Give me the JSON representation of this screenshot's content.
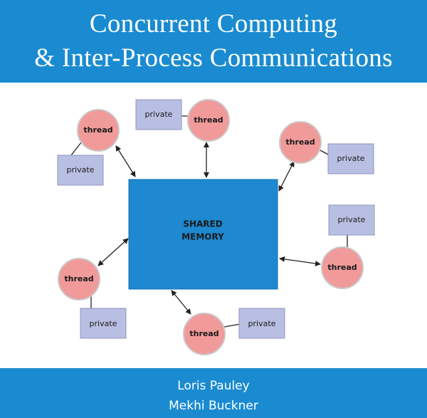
{
  "title": {
    "line1": "Concurrent Computing",
    "line2": "& Inter-Process Communications"
  },
  "diagram": {
    "memory_label": [
      "SHARED",
      "MEMORY"
    ],
    "thread_label": "thread",
    "private_label": "private"
  },
  "authors": [
    "Loris Pauley",
    "Mekhi Buckner"
  ],
  "colors": {
    "banner": "#1a8bd0",
    "memory": "#1e88d0",
    "thread": "#f19a9a",
    "private": "#b9bfe2"
  }
}
